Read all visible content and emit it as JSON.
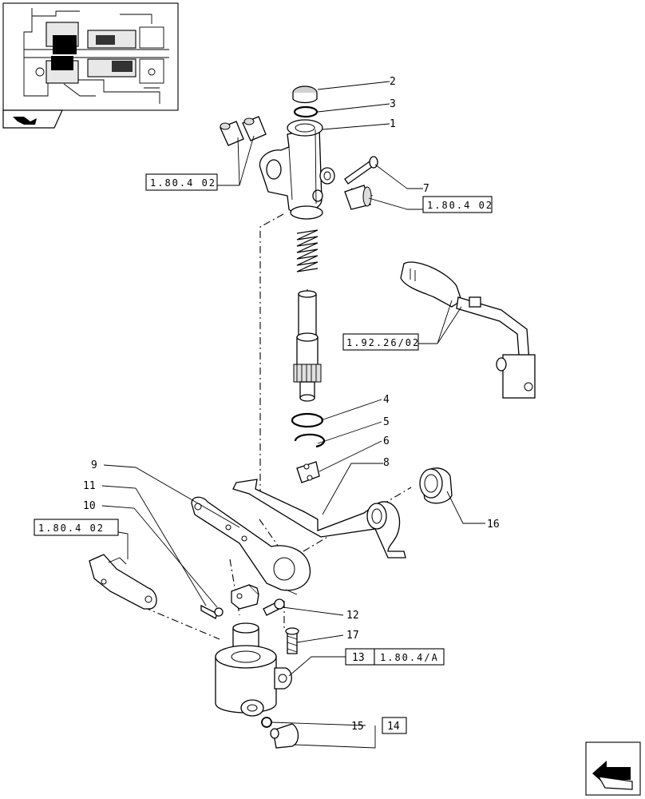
{
  "callouts": [
    {
      "id": "2",
      "text": "2"
    },
    {
      "id": "3",
      "text": "3"
    },
    {
      "id": "1",
      "text": "1"
    },
    {
      "id": "7",
      "text": "7"
    },
    {
      "id": "4",
      "text": "4"
    },
    {
      "id": "5",
      "text": "5"
    },
    {
      "id": "6",
      "text": "6"
    },
    {
      "id": "8",
      "text": "8"
    },
    {
      "id": "9",
      "text": "9"
    },
    {
      "id": "11",
      "text": "11"
    },
    {
      "id": "10",
      "text": "10"
    },
    {
      "id": "16",
      "text": "16"
    },
    {
      "id": "12",
      "text": "12"
    },
    {
      "id": "17",
      "text": "17"
    },
    {
      "id": "13",
      "text": "13"
    },
    {
      "id": "15",
      "text": "15"
    },
    {
      "id": "14",
      "text": "14"
    }
  ],
  "references": {
    "ref_left_top": "1.80.4 02",
    "ref_right_top": "1.80.4 02",
    "ref_lever": "1.92.26/02",
    "ref_left_mid": "1.80.4 02",
    "ref_13": "1.80.4/A"
  },
  "icons": {
    "thumbnail": "transmission-section-thumbnail",
    "thumb_arrow": "book-arrow-icon",
    "nav": "next-page-arrow-icon"
  }
}
